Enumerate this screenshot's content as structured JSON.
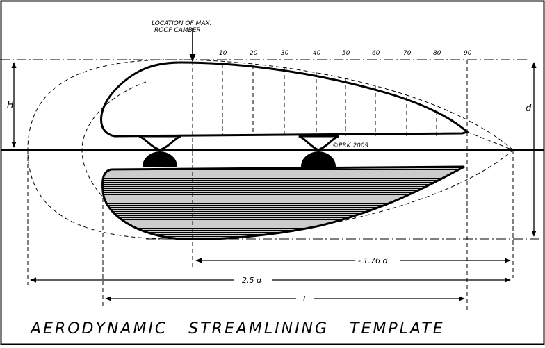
{
  "title": "AERODYNAMIC   STREAMLINING   TEMPLATE",
  "annotation_location": [
    "LOCATION OF MAX.",
    "ROOF CAMBER"
  ],
  "station_labels": [
    "10",
    "20",
    "30",
    "40",
    "50",
    "60",
    "70",
    "80",
    "90"
  ],
  "label_H": "H",
  "label_d": "d",
  "label_176d": "- 1.76 d",
  "label_25d": "2.5 d",
  "label_L": "L",
  "copyright": "©PRK 2009"
}
